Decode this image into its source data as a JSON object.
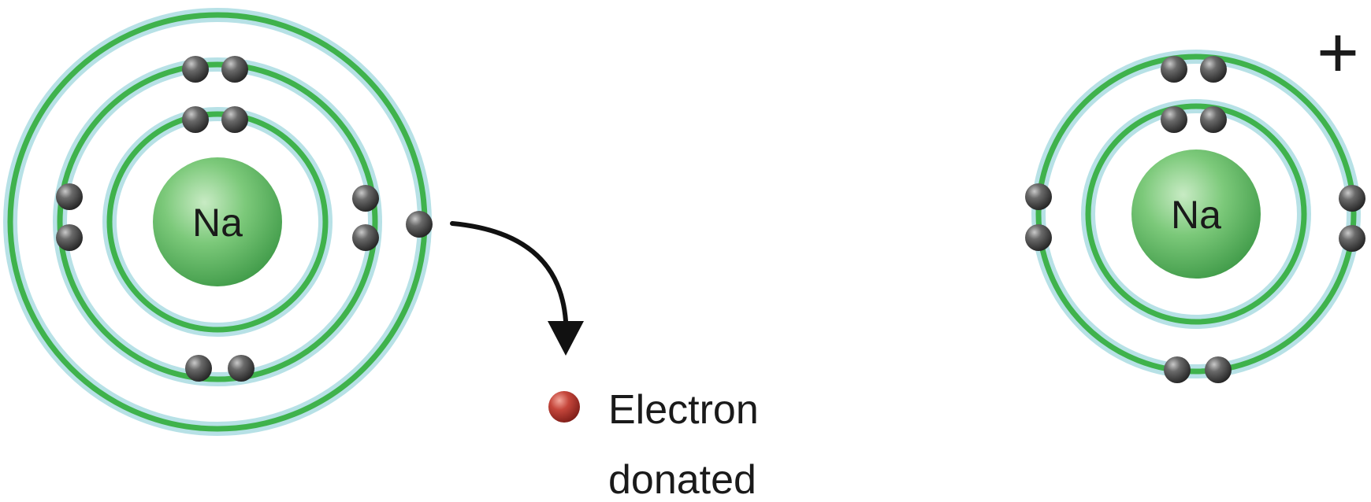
{
  "atoms": {
    "neutral": {
      "symbol": "Na"
    },
    "ion": {
      "symbol": "Na",
      "charge": "+"
    }
  },
  "caption": {
    "line1": "Electron",
    "line2": "donated"
  },
  "colors": {
    "shell": "#3fb24c",
    "shell_halo": "#a6d9df",
    "nucleus": "#6cc070",
    "electron": "#3a3a3a",
    "donated_electron": "#b8322e",
    "arrow": "#111111"
  },
  "icons": {
    "electron": "dark-sphere",
    "donated_electron": "red-sphere",
    "transfer": "curved-arrow-down"
  }
}
